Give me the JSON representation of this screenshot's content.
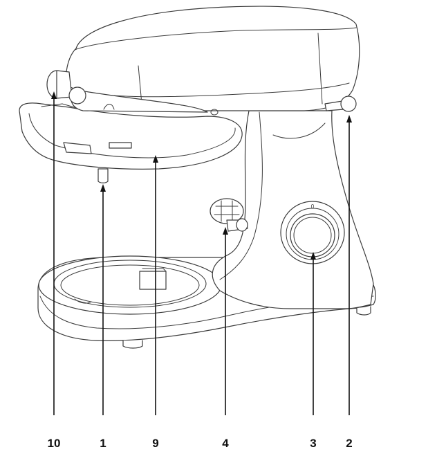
{
  "callouts": [
    {
      "id": "c10",
      "label": "10"
    },
    {
      "id": "c1",
      "label": "1"
    },
    {
      "id": "c9",
      "label": "9"
    },
    {
      "id": "c4",
      "label": "4"
    },
    {
      "id": "c3",
      "label": "3"
    },
    {
      "id": "c2",
      "label": "2"
    }
  ],
  "colors": {
    "line": "#3a3a3a",
    "leader": "#111111",
    "background": "#ffffff"
  }
}
